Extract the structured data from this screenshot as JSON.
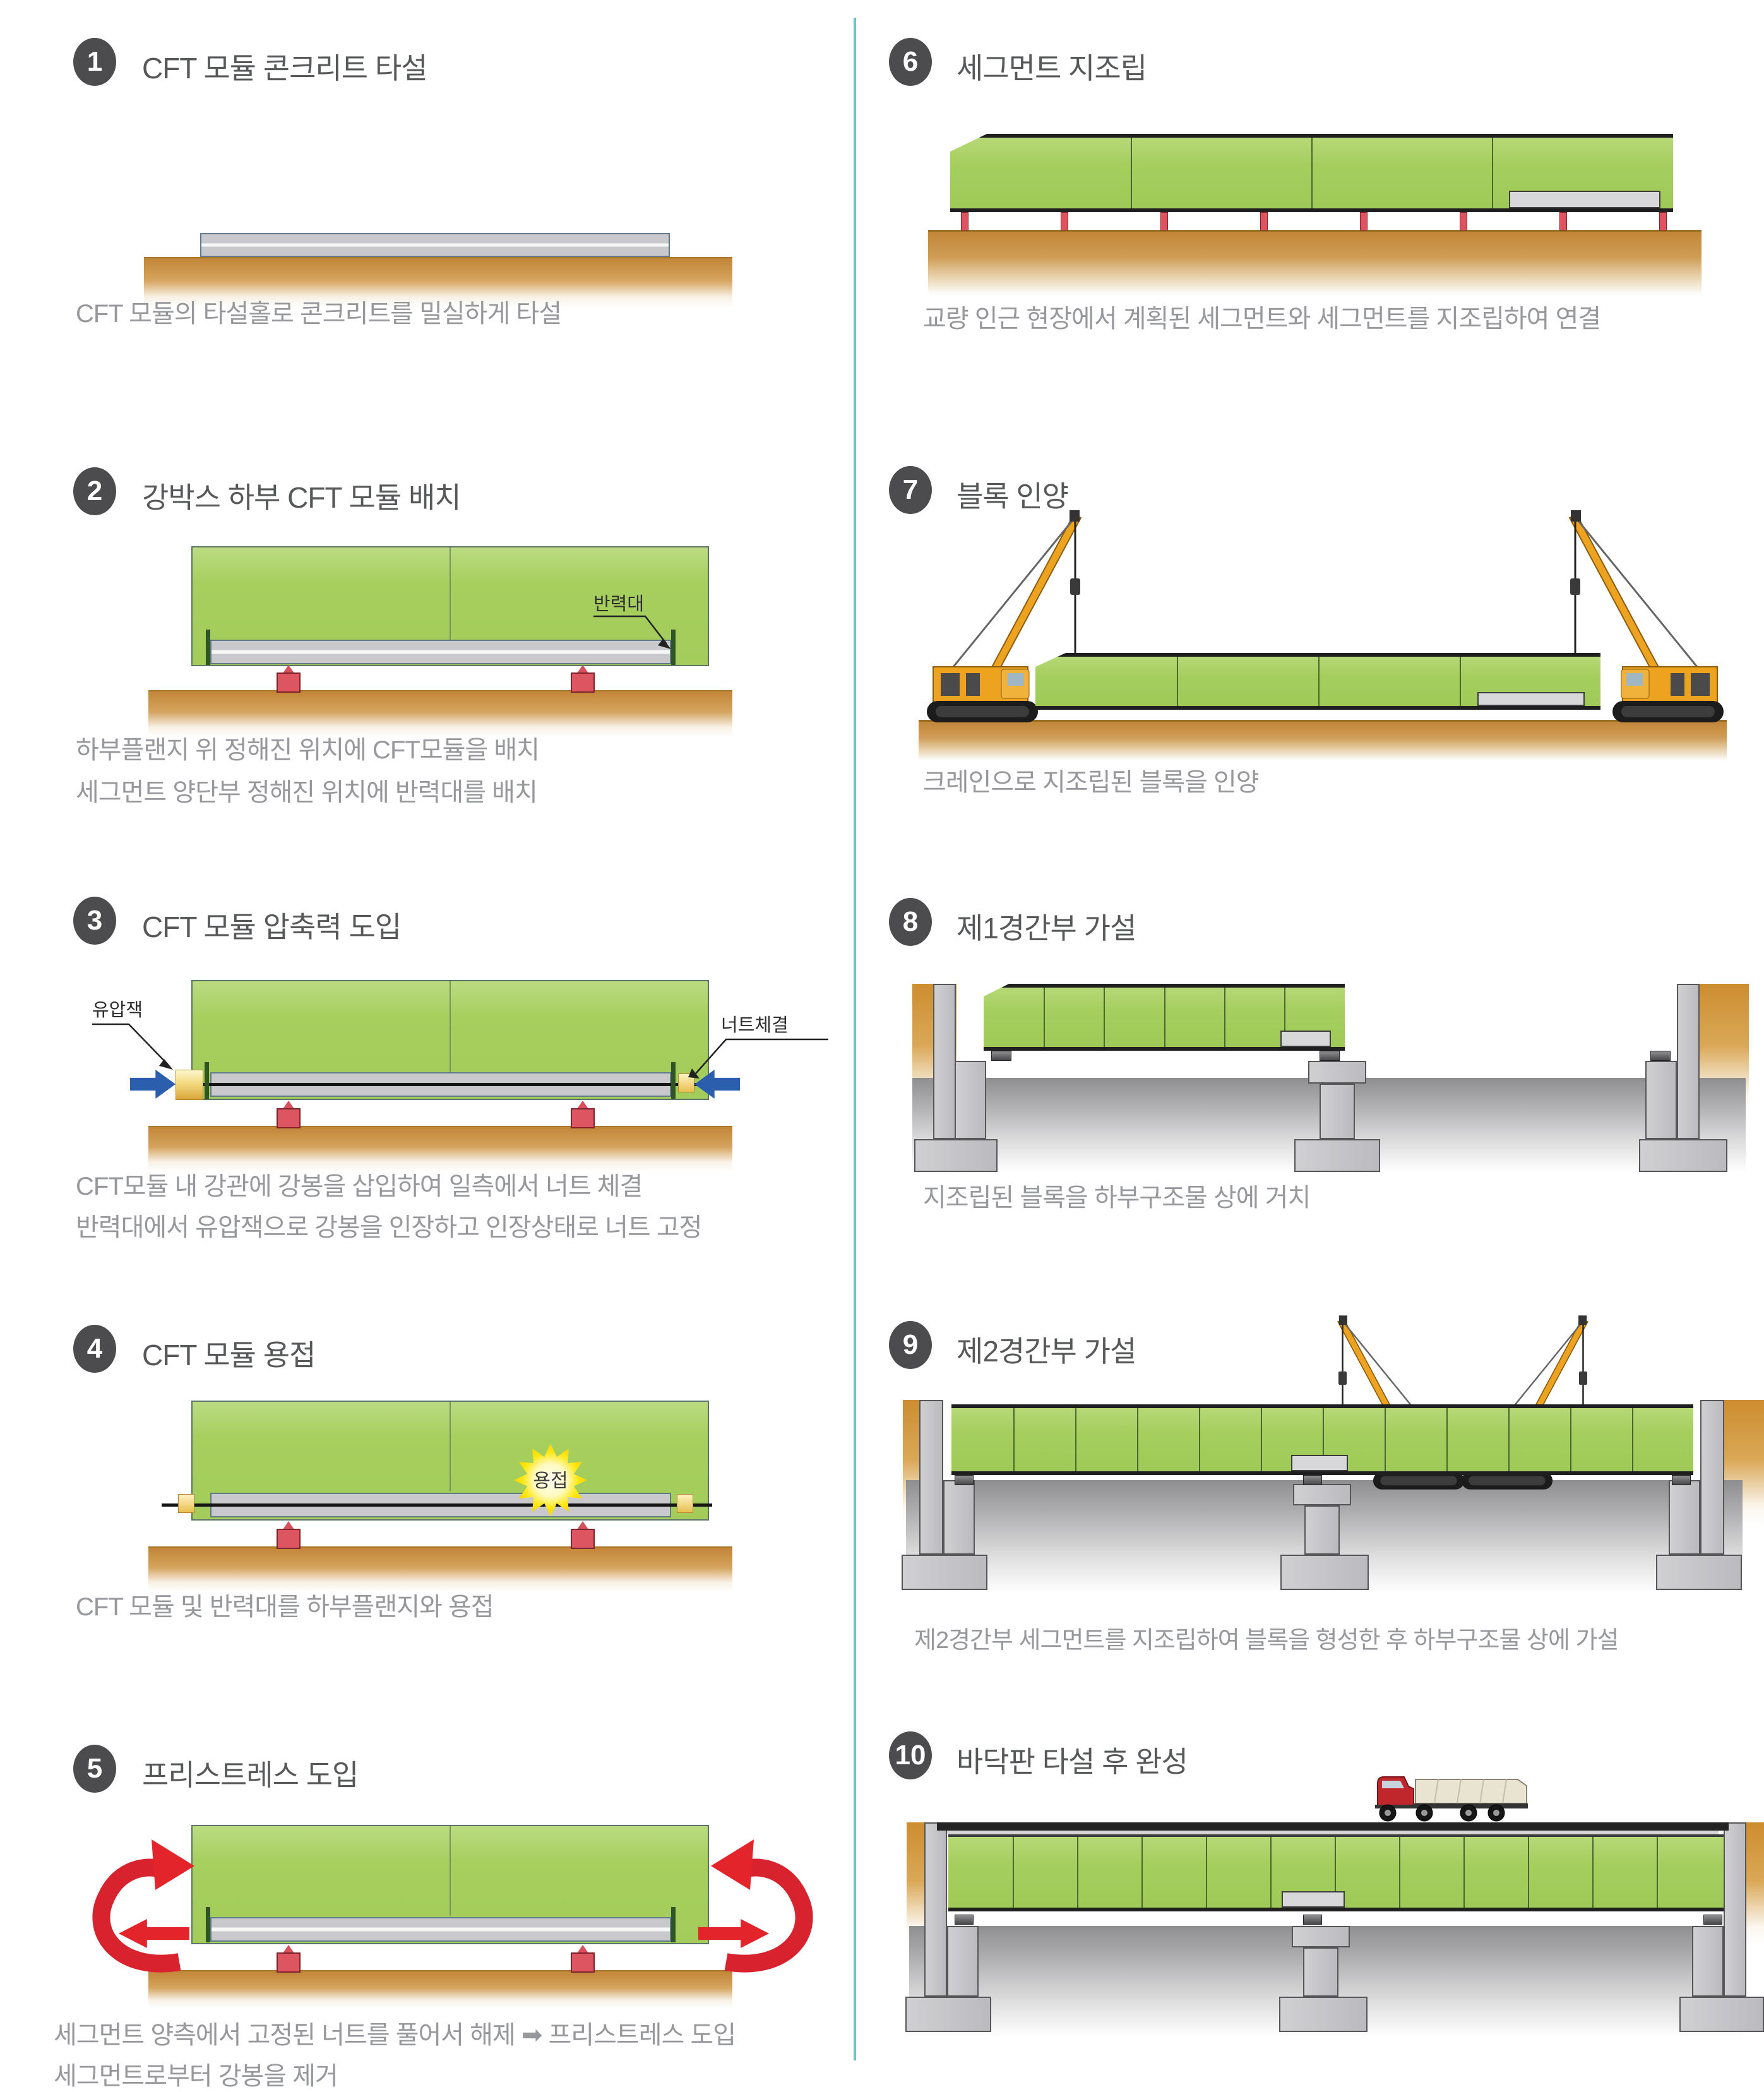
{
  "doc": {
    "subject": "CFT modular steel-box bridge construction sequence"
  },
  "colors": {
    "segment_green": "#a6cf5e",
    "ground_tan": "#c28637",
    "support_red": "#dd5560",
    "tick_green": "#2f5526",
    "jack_yellow": "#f3d97e",
    "arrow_blue": "#2b5fae",
    "arrow_red": "#e3242b",
    "divider_teal": "#69c6c8",
    "badge_gray": "#4c4c4e",
    "crane_yellow": "#eda31f",
    "truck_red": "#c0272d",
    "pier_gray": "#c6c6ca"
  },
  "steps": [
    {
      "num": "1",
      "title": "CFT 모듈 콘크리트 타설",
      "caption": "CFT 모듈의 타설홀로 콘크리트를 밀실하게 타설"
    },
    {
      "num": "2",
      "title": "강박스 하부 CFT 모듈 배치",
      "caption1": "하부플랜지 위 정해진 위치에 CFT모듈을 배치",
      "caption2": "세그먼트 양단부 정해진 위치에 반력대를 배치",
      "label": "반력대"
    },
    {
      "num": "3",
      "title": "CFT 모듈 압축력 도입",
      "caption1": "CFT모듈 내 강관에 강봉을 삽입하여 일측에서 너트 체결",
      "caption2": "반력대에서 유압잭으로 강봉을 인장하고 인장상태로 너트 고정",
      "label_left": "유압잭",
      "label_right": "너트체결"
    },
    {
      "num": "4",
      "title": "CFT 모듈 용접",
      "caption": "CFT 모듈 및 반력대를 하부플랜지와 용접",
      "label": "용접"
    },
    {
      "num": "5",
      "title": "프리스트레스 도입",
      "caption1": "세그먼트 양측에서 고정된 너트를 풀어서 해제 ➡ 프리스트레스 도입",
      "caption2": "세그먼트로부터 강봉을 제거"
    },
    {
      "num": "6",
      "title": "세그먼트 지조립",
      "caption": "교량 인근 현장에서 계획된 세그먼트와 세그먼트를 지조립하여 연결"
    },
    {
      "num": "7",
      "title": "블록 인양",
      "caption": "크레인으로 지조립된 블록을 인양"
    },
    {
      "num": "8",
      "title": "제1경간부 가설",
      "caption": "지조립된 블록을 하부구조물 상에 거치"
    },
    {
      "num": "9",
      "title": "제2경간부 가설",
      "caption": "제2경간부 세그먼트를 지조립하여 블록을 형성한 후 하부구조물 상에 가설"
    },
    {
      "num": "10",
      "title": "바닥판 타설 후 완성"
    }
  ]
}
